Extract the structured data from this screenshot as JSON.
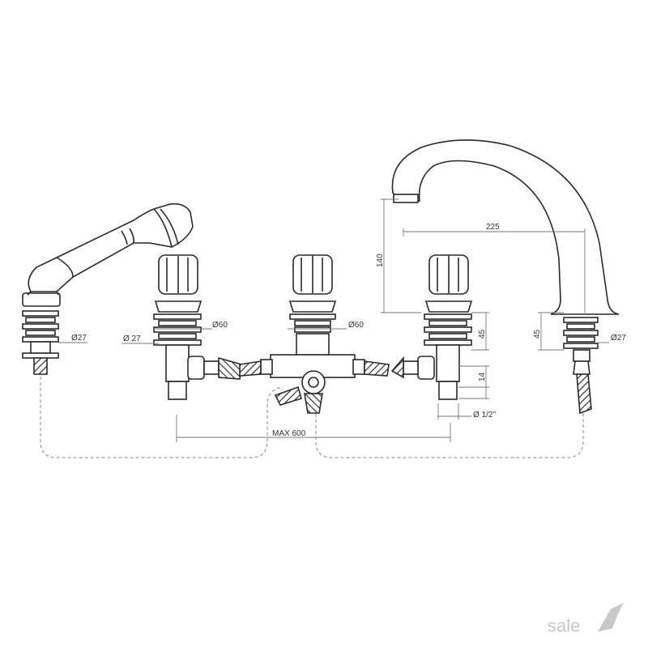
{
  "drawing": {
    "dimensions": {
      "d27_left": "Ø27",
      "d27_left_valve": "Ø 27",
      "d60_left": "Ø60",
      "d60_center": "Ø60",
      "h140": "140",
      "w225": "225",
      "h45_mid": "45",
      "h45_right": "45",
      "d27_right": "Ø27",
      "h14": "14",
      "d_half": "Ø 1/2\"",
      "max600": "MAX 600"
    },
    "logo_text": "sale"
  },
  "colors": {
    "line": "#2a2a2a",
    "dim_line": "#777777",
    "logo": "#c8c8c8"
  }
}
